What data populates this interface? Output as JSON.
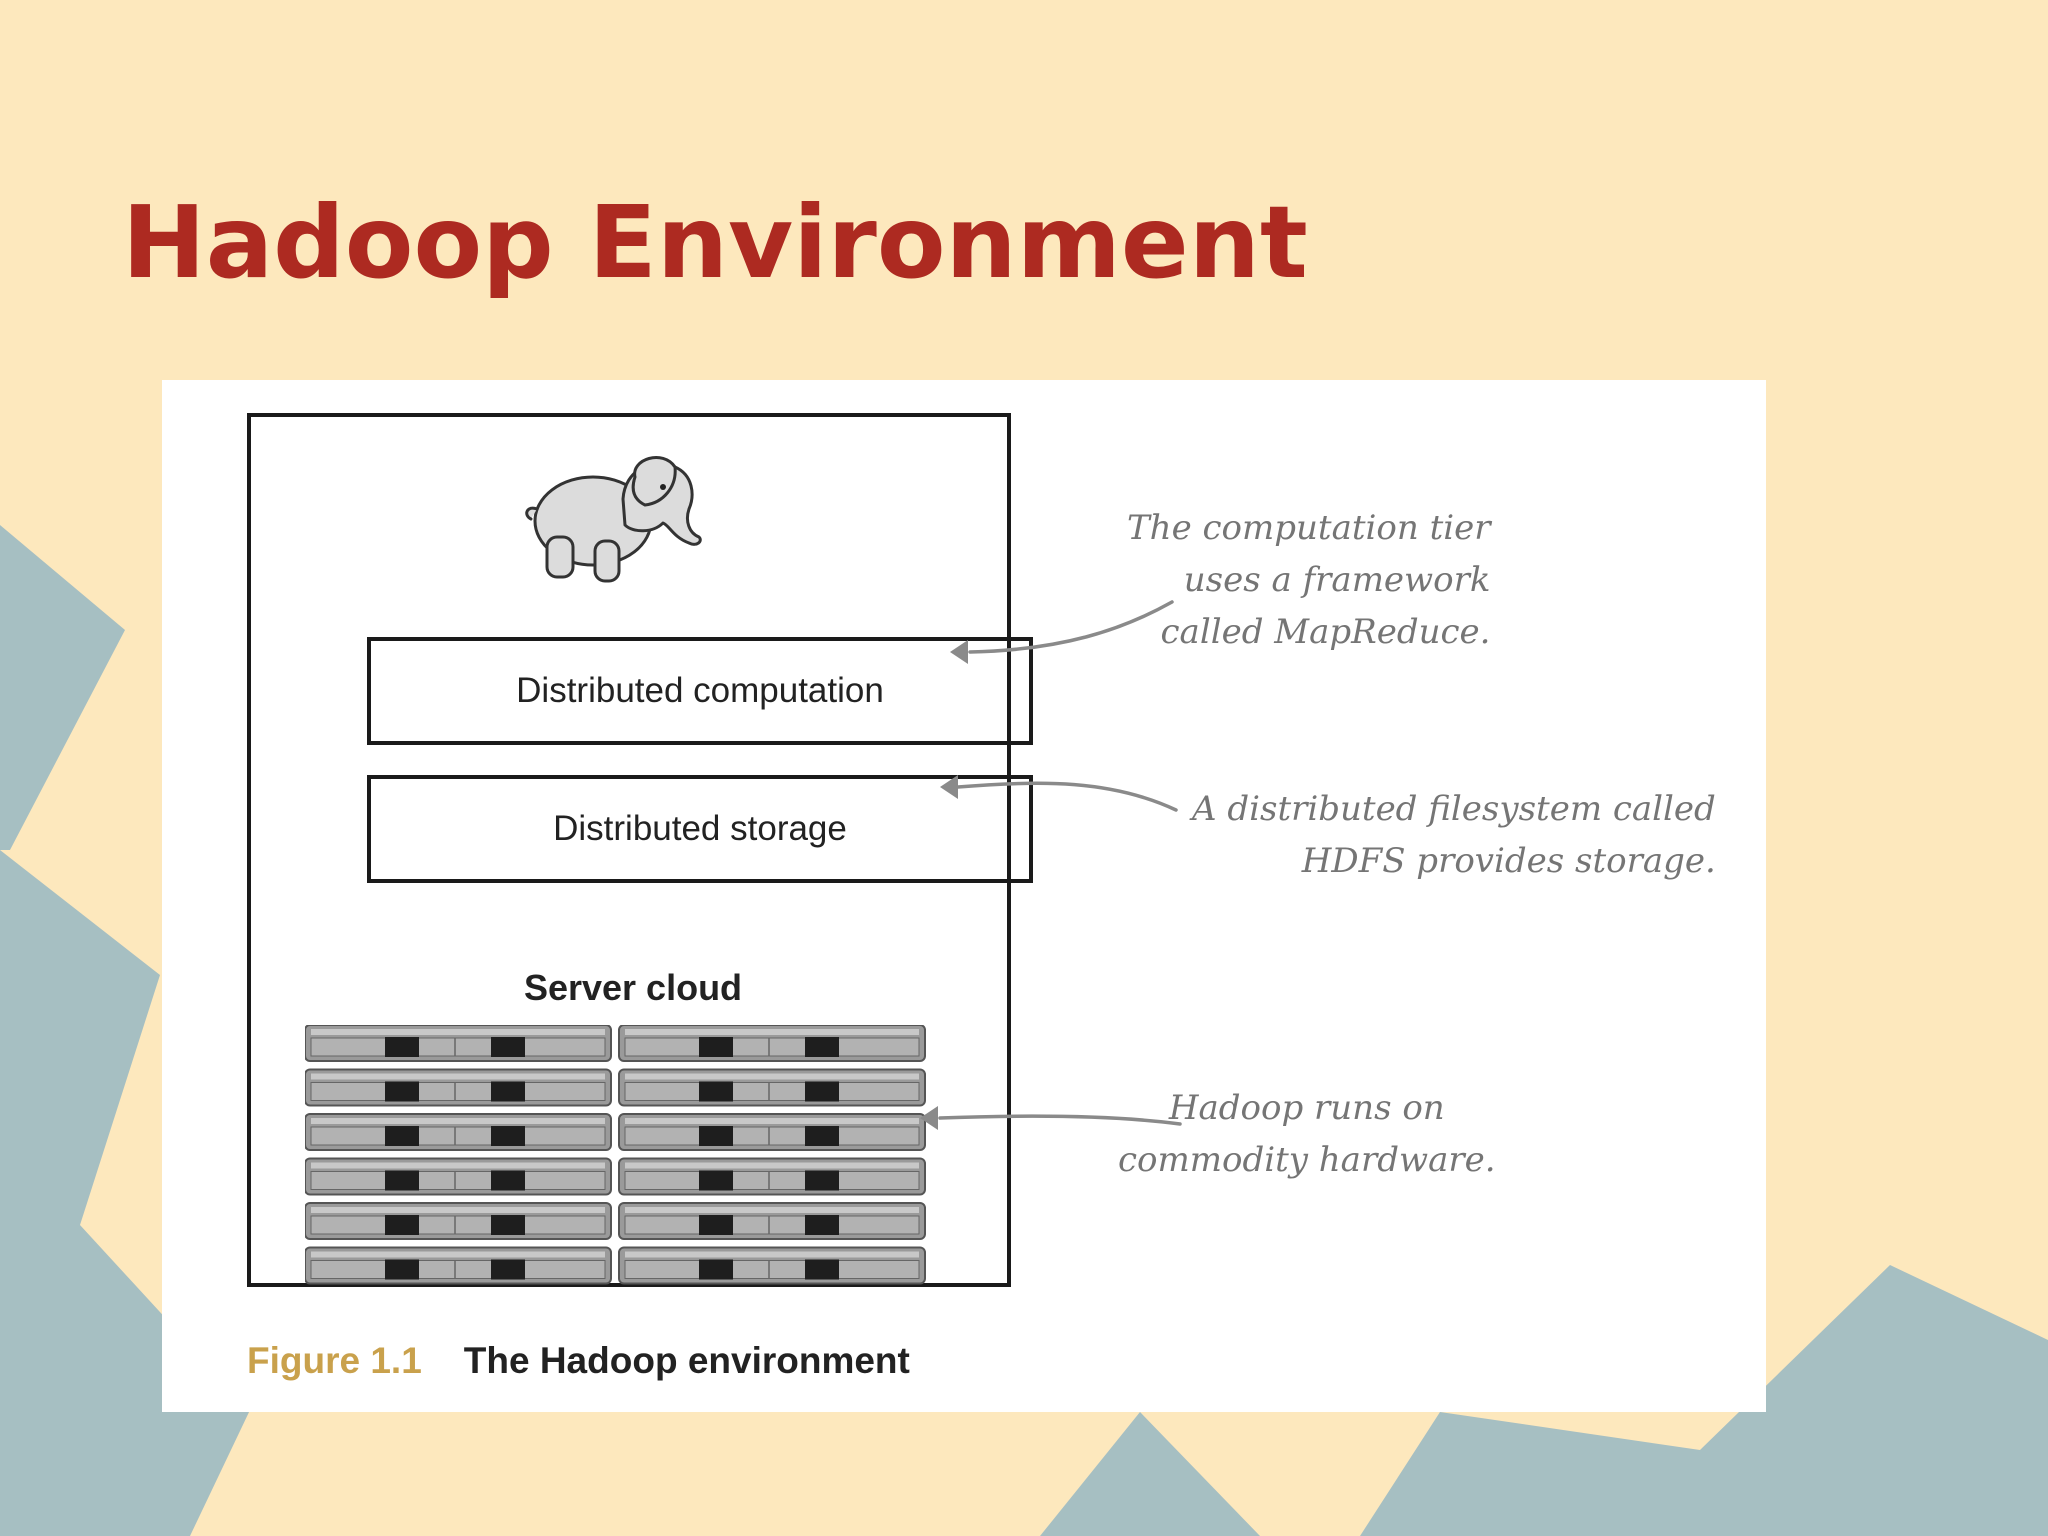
{
  "slide": {
    "title": "Hadoop Environment",
    "colors": {
      "background": "#fde8bd",
      "shapes": "#a6bfc2",
      "title": "#ad2a21",
      "caption_number": "#c9a14c"
    }
  },
  "figure": {
    "tiers": [
      "Distributed computation",
      "Distributed storage"
    ],
    "cloud_label": "Server cloud",
    "server_rows": 6,
    "notes": {
      "computation": [
        "The computation tier",
        "uses a framework",
        "called MapReduce."
      ],
      "storage": [
        "A distributed filesystem called",
        "HDFS provides storage."
      ],
      "hardware": [
        "Hadoop runs on",
        "commodity hardware."
      ]
    },
    "caption_number": "Figure 1.1",
    "caption_text": "The Hadoop environment",
    "icons": [
      "hadoop-elephant-icon"
    ]
  }
}
